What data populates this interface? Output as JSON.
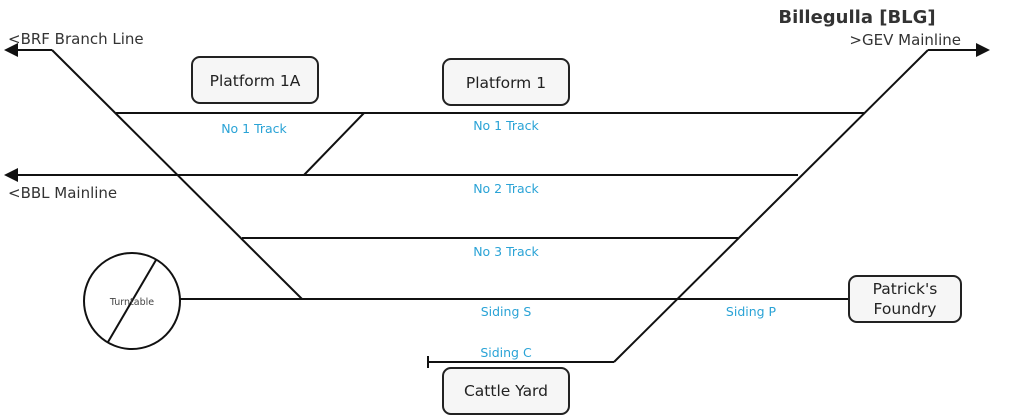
{
  "title": "Billegulla [BLG]",
  "lines": {
    "brf": "<BRF Branch Line",
    "gev": ">GEV Mainline",
    "bbl": "<BBL Mainline"
  },
  "platforms": {
    "p1a": "Platform 1A",
    "p1": "Platform 1"
  },
  "tracks": {
    "no1_left": "No 1 Track",
    "no1_right": "No 1 Track",
    "no2": "No 2 Track",
    "no3": "No 3 Track",
    "siding_s": "Siding S",
    "siding_p": "Siding P",
    "siding_c": "Siding C"
  },
  "turntable": "Turntable",
  "foundry": [
    "Patrick's",
    "Foundry"
  ],
  "cattle_yard": "Cattle Yard",
  "colors": {
    "track_label": "#2aa3d6",
    "line": "#111111",
    "text": "#333333"
  }
}
